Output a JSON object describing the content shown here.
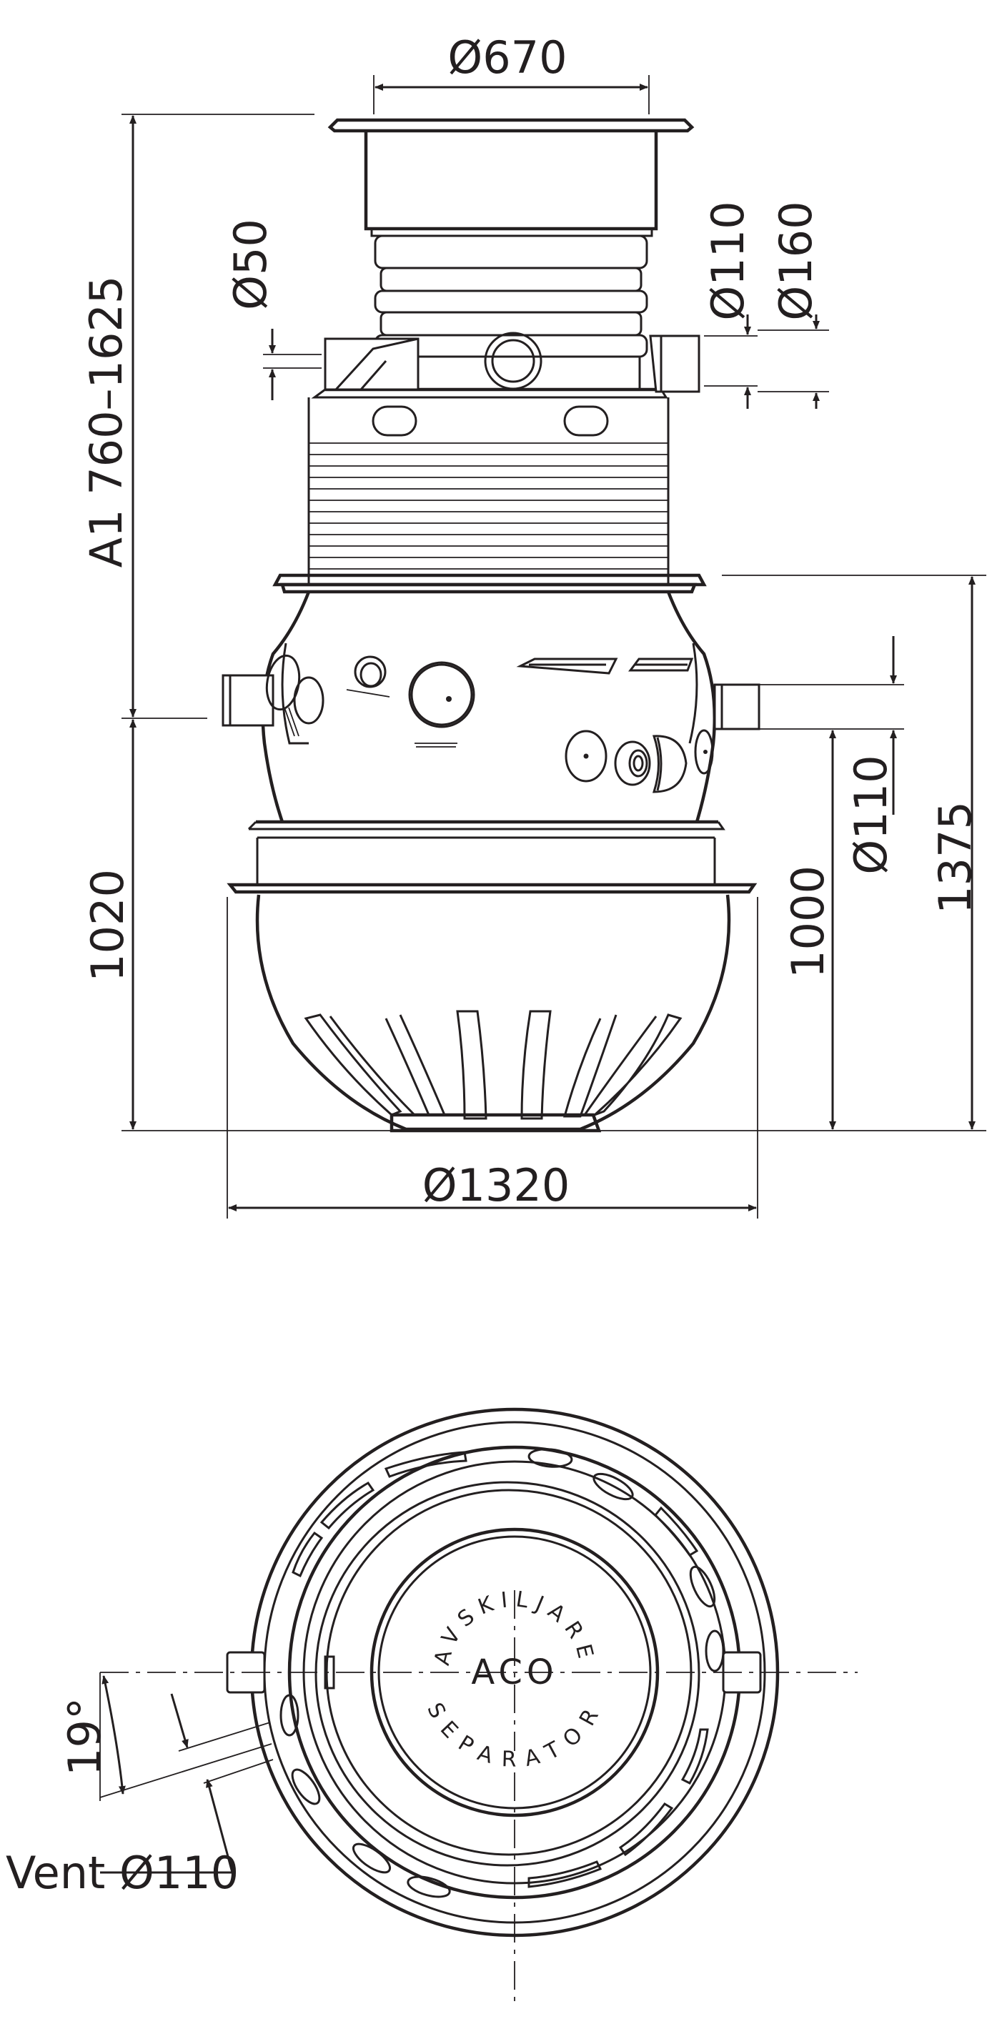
{
  "side_view": {
    "dimensions": {
      "top_diameter": "Ø670",
      "pipe_50": "Ø50",
      "pipe_110_upper": "Ø110",
      "pipe_160": "Ø160",
      "height_a1": "A1  760–1625",
      "height_1020": "1020",
      "height_1000": "1000",
      "pipe_110_side": "Ø110",
      "height_1375": "1375",
      "bottom_diameter": "Ø1320"
    }
  },
  "top_view": {
    "logo_arc_top": "AVSKILJARE",
    "logo_center": "ACO",
    "logo_arc_bottom": "SEPARATOR",
    "angle": "19°",
    "vent": "Vent Ø110"
  },
  "colors": {
    "ink": "#231f20",
    "paper": "#ffffff"
  }
}
